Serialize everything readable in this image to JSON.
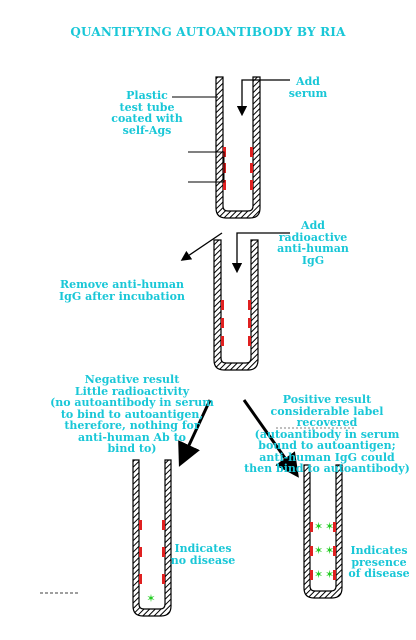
{
  "title": "QUANTIFYING AUTOANTIBODY BY RIA",
  "step1": {
    "tube_label": "Plastic\ntest tube\ncoated with\nself-Ags",
    "action": "Add\nserum"
  },
  "step2": {
    "action": "Add\nradioactive\nanti-human\nIgG",
    "remove_label": "Remove anti-human\nIgG after incubation"
  },
  "negative": {
    "description": "Negative result\nLittle radioactivity\n(no autoantibody in serum\nto bind to autoantigen,\ntherefore, nothing for\nanti-human Ab to\nbind to)",
    "indicates": "Indicates\nno disease"
  },
  "positive": {
    "description": "Positive result\nconsiderable label\nrecovered\n(autoantibody in serum\nbound to autoantigen;\nanti-human IgG could\nthen bind to autoantibody)",
    "indicates": "Indicates\npresence\nof disease"
  },
  "colors": {
    "text": "#19c7d7",
    "antigen": "#e02020",
    "antibody": "#22cc22",
    "tube": "#000000"
  }
}
